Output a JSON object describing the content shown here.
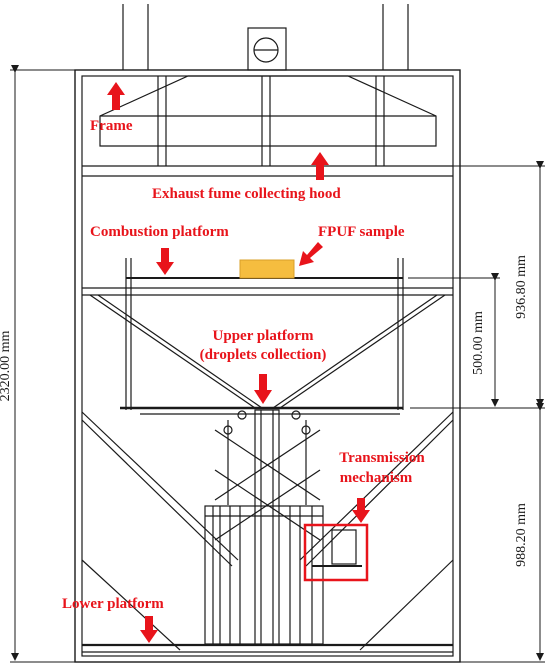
{
  "colors": {
    "label": "#e8141b",
    "line": "#1a1a1a",
    "sample": "#f5bd3f",
    "highlight": "#e8141b"
  },
  "labels": {
    "frame": "Frame",
    "exhaust_hood": "Exhaust fume collecting hood",
    "combustion_platform": "Combustion platform",
    "fpuf_sample": "FPUF sample",
    "upper_platform_line1": "Upper platform",
    "upper_platform_line2": "(droplets collection)",
    "transmission_line1": "Transmission",
    "transmission_line2": "mechanism",
    "lower_platform": "Lower platform"
  },
  "dimensions": {
    "total_height": "2320.00 mm",
    "hood_to_upper_platform": "936.80 mm",
    "platform_gap": "500.00 mm",
    "upper_to_lower_platform": "988.20 mm"
  }
}
